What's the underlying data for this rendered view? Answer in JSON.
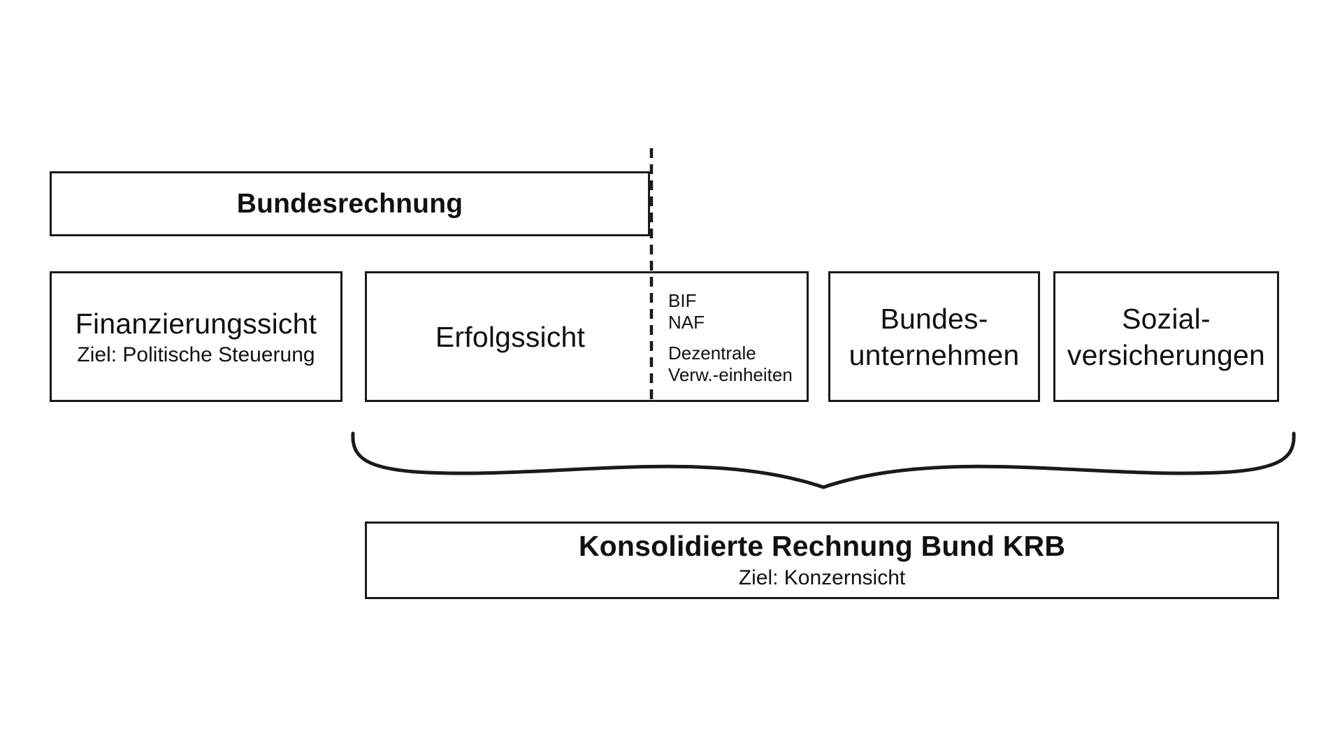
{
  "colors": {
    "ink": "#1a1a1a",
    "background": "#ffffff"
  },
  "top_box": {
    "label": "Bundesrechnung"
  },
  "row": {
    "finance_view": {
      "title": "Finanzierungssicht",
      "subtitle": "Ziel: Politische Steuerung"
    },
    "success_view": {
      "title": "Erfolgssicht"
    },
    "dashed_annotation": {
      "line1": "BIF",
      "line2": "NAF",
      "line3": "Dezentrale",
      "line4": "Verw.-einheiten"
    },
    "federal_enterprises": {
      "title_line1": "Bundes-",
      "title_line2": "unternehmen"
    },
    "social_insurances": {
      "title_line1": "Sozial-",
      "title_line2": "versicherungen"
    }
  },
  "bottom_box": {
    "title": "Konsolidierte Rechnung Bund KRB",
    "subtitle": "Ziel: Konzernsicht"
  }
}
